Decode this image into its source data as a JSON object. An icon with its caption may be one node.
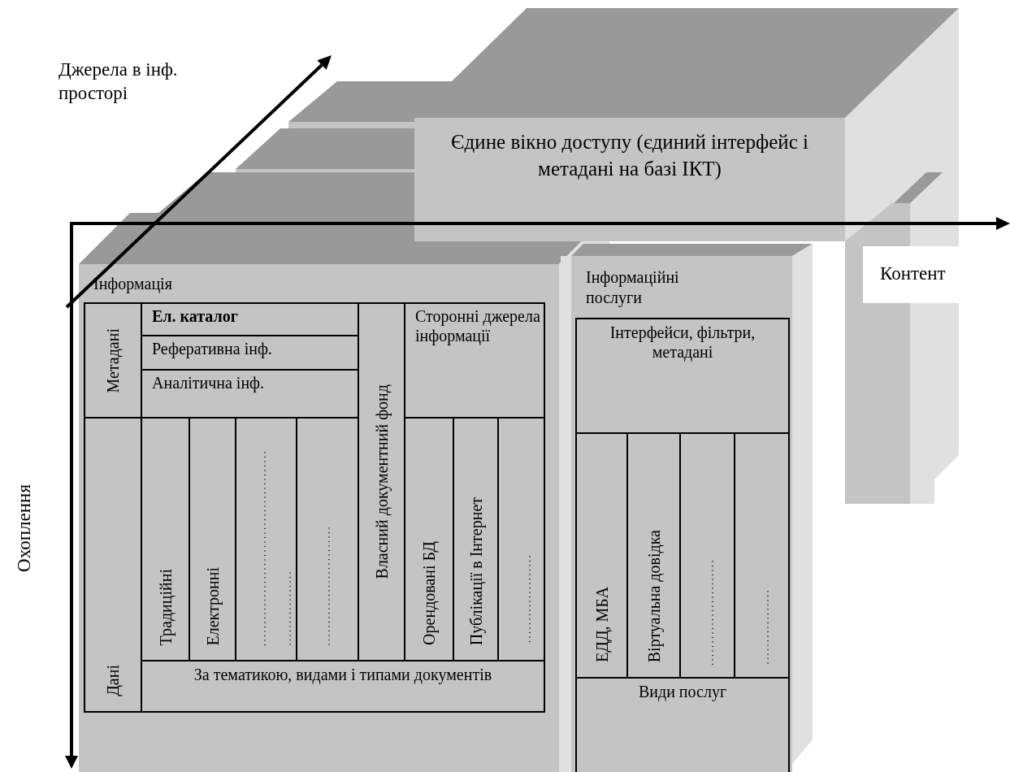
{
  "diagram": {
    "nodes": [
      {
        "text": [
          "Єдине вікно доступу (єдиний інтерфейс і метадані на базі ІКТ)"
        ]
      },
      {
        "text": [
          "Інформація"
        ]
      },
      {
        "text": [
          "Метадані"
        ],
        "in": 1
      },
      {
        "text": [
          "Ел. каталог"
        ],
        "in": 1
      },
      {
        "text": [
          "Реферативна інф."
        ],
        "in": 1
      },
      {
        "text": [
          "Аналітична інф."
        ],
        "in": 1
      },
      {
        "text": [
          "Власний документний фонд"
        ],
        "in": 1
      },
      {
        "text": [
          "Сторонні джерела інформації"
        ],
        "in": 1
      },
      {
        "text": [
          "Дані"
        ],
        "in": 1
      },
      {
        "text": [
          "Традиційні"
        ],
        "in": 1
      },
      {
        "text": [
          "Електронні"
        ],
        "in": 1
      },
      {
        "text": [],
        "shape": "box",
        "in": 1
      },
      {
        "text": [],
        "shape": "box",
        "in": 1
      },
      {
        "text": [
          "Орендовані БД"
        ],
        "in": 1
      },
      {
        "text": [
          "Публікації в Інтернет"
        ],
        "in": 1
      },
      {
        "text": [],
        "shape": "box",
        "in": 1
      },
      {
        "text": [
          "За тематикою, видами і типами документів"
        ],
        "in": 1
      },
      {
        "text": [
          "Інформаційні послуги"
        ]
      },
      {
        "text": [
          "Інтерфейси, фільтри, метадані"
        ],
        "in": 17
      },
      {
        "text": [
          "ЕДД, МБА"
        ],
        "in": 17
      },
      {
        "text": [
          "Віртуальна довідка"
        ],
        "in": 17
      },
      {
        "text": [],
        "shape": "box",
        "in": 17
      },
      {
        "text": [],
        "shape": "box",
        "in": 17
      },
      {
        "text": [
          "Види послуг"
        ],
        "in": 17
      }
    ],
    "labels": [
      "Джерела в інф. просторі",
      "Контент",
      "Охоплення"
    ]
  }
}
